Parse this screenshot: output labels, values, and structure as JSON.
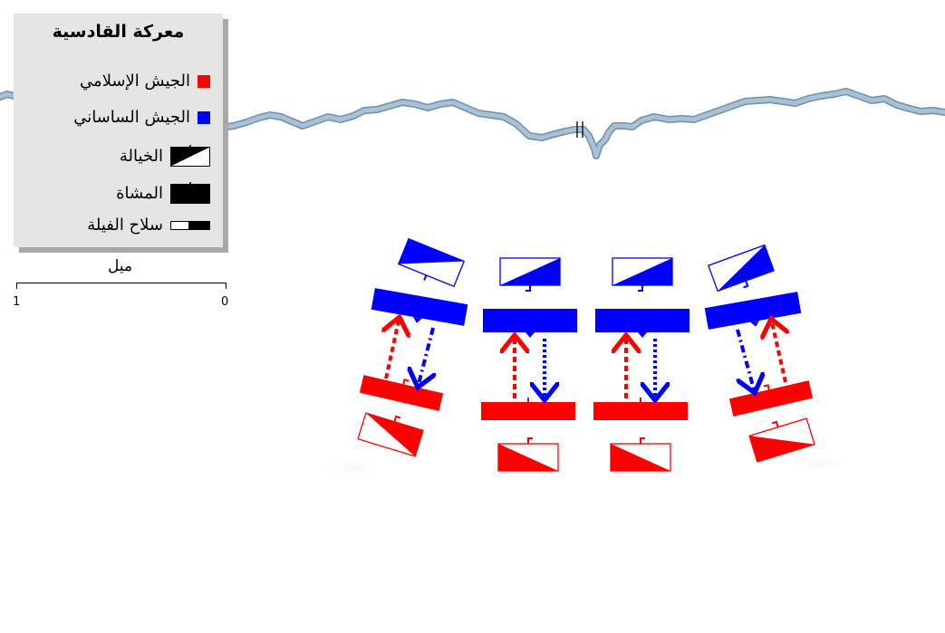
{
  "legend": {
    "title": "معركة القادسية",
    "items": [
      {
        "label": "الجيش الإسلامي",
        "color": "#ff0000"
      },
      {
        "label": "الجيش الساساني",
        "color": "#0000ff"
      },
      {
        "label": "الخيالة",
        "icon": "cavalry-symbol"
      },
      {
        "label": "المشاة",
        "icon": "infantry-symbol"
      },
      {
        "label": "سلاح الفيلة",
        "icon": "elephants-symbol"
      }
    ]
  },
  "scale": {
    "label": "ميل",
    "left_value": "1",
    "right_value": "0"
  },
  "colors": {
    "muslim_army": "#ff0000",
    "sasanian_army": "#0000ff",
    "river": "#a9c1d6",
    "river_edge": "#6f8fab",
    "legend_bg": "#e5e5e5",
    "legend_shadow": "#a8a8a8"
  }
}
